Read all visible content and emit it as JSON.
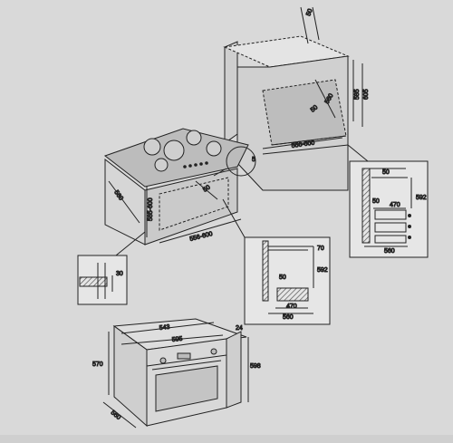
{
  "diagram": {
    "colors": {
      "background": "#d9d9d9",
      "line": "#222222",
      "hatch": "#555555",
      "bottom_bar": "#cfcfcf"
    },
    "tall_cabinet": {
      "top_gap": "50",
      "height_outer": "605",
      "height_inner": "585",
      "depth": "560",
      "inner_gap": "50",
      "width": "556-600"
    },
    "counter_cabinet": {
      "depth": "560",
      "height": "585-600",
      "inner_gap": "50",
      "width": "556-600",
      "corner": "5"
    },
    "side_detail_right": {
      "top": "50",
      "gap": "50",
      "inner": "470",
      "height": "592",
      "depth": "560"
    },
    "side_detail_center": {
      "top": "70",
      "gap": "50",
      "height": "592",
      "inner": "470",
      "depth": "560"
    },
    "leg_detail": {
      "height": "30"
    },
    "oven": {
      "width_front": "595",
      "width_body": "543",
      "thickness": "24",
      "height_body": "570",
      "height_front": "598",
      "depth": "560"
    }
  }
}
